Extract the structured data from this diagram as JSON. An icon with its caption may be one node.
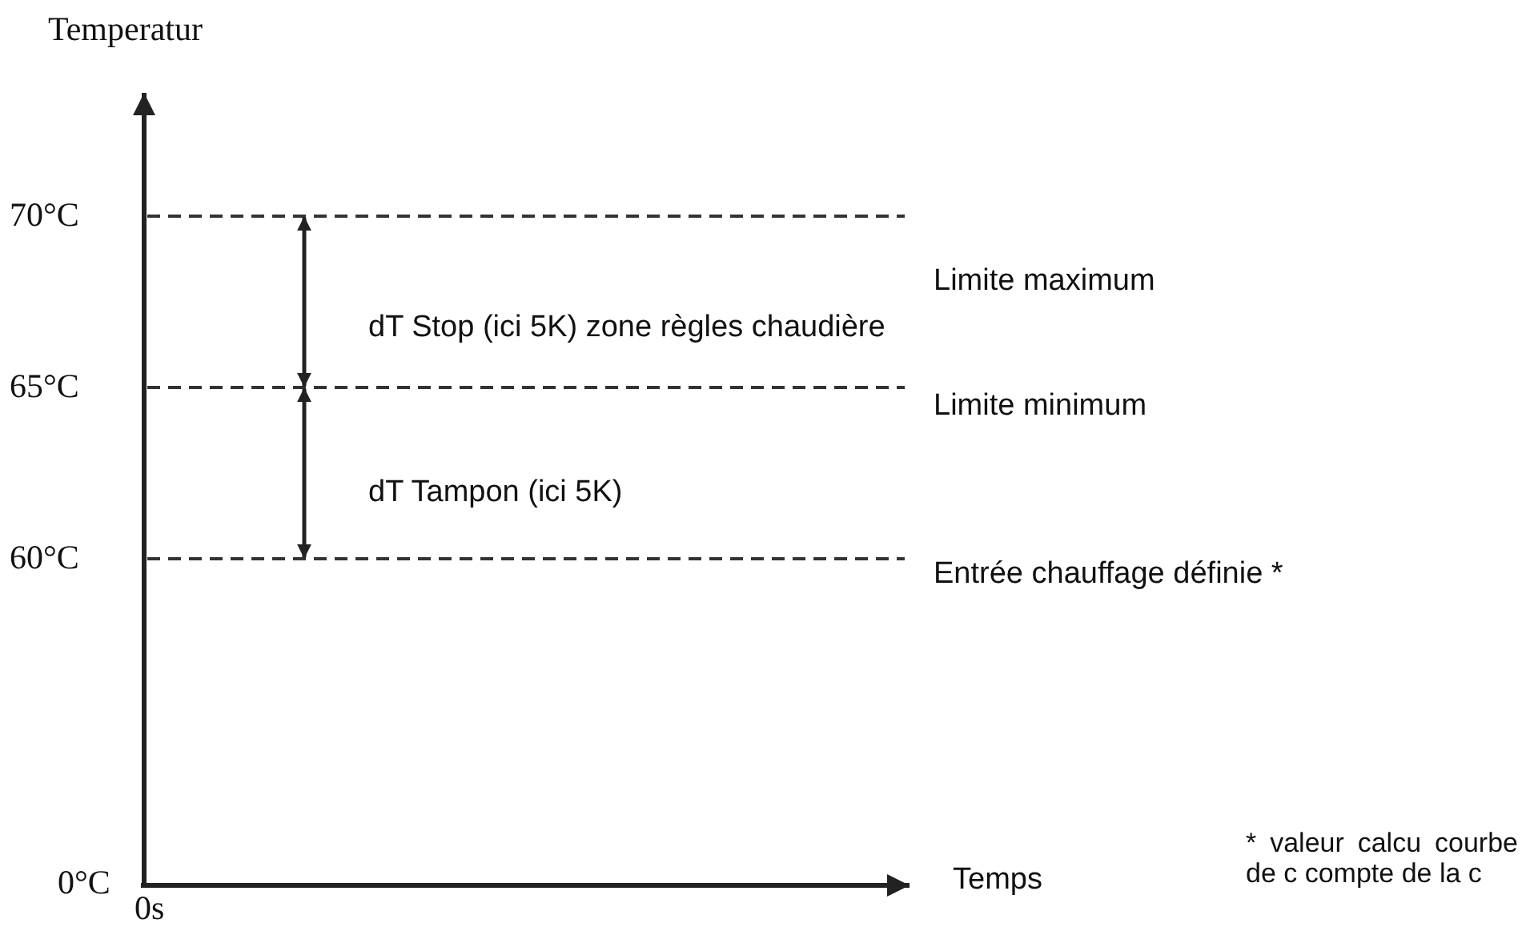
{
  "diagram": {
    "labels": [
      "Temperatur",
      "70°C",
      "Limite maximum",
      "dT Stop (ici 5K) zone règles chaudière",
      "65°C",
      "Limite minimum",
      "dT Tampon (ici 5K)",
      "60°C",
      "Entrée chauffage définie *",
      "0°C",
      "Temps",
      "* valeur calcu courbe de c compte de la c",
      "0s"
    ]
  }
}
